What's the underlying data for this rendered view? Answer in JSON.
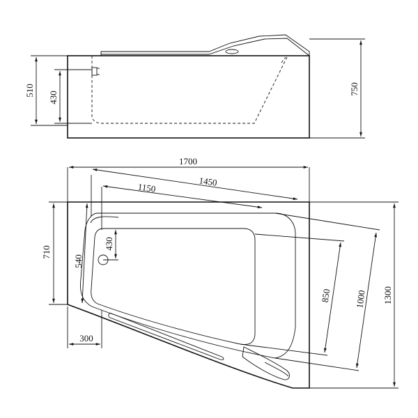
{
  "side_view": {
    "dims": {
      "total_height": "750",
      "outer_depth": "510",
      "inner_depth": "430"
    }
  },
  "top_view": {
    "dims": {
      "overall_length": "1700",
      "diag_length": "1450",
      "inner_length": "1150",
      "short_side": "710",
      "long_side": "1300",
      "diag_width": "1000",
      "inner_width": "850",
      "drain_offset": "430",
      "rim_width": "540",
      "corner_offset": "300"
    }
  }
}
